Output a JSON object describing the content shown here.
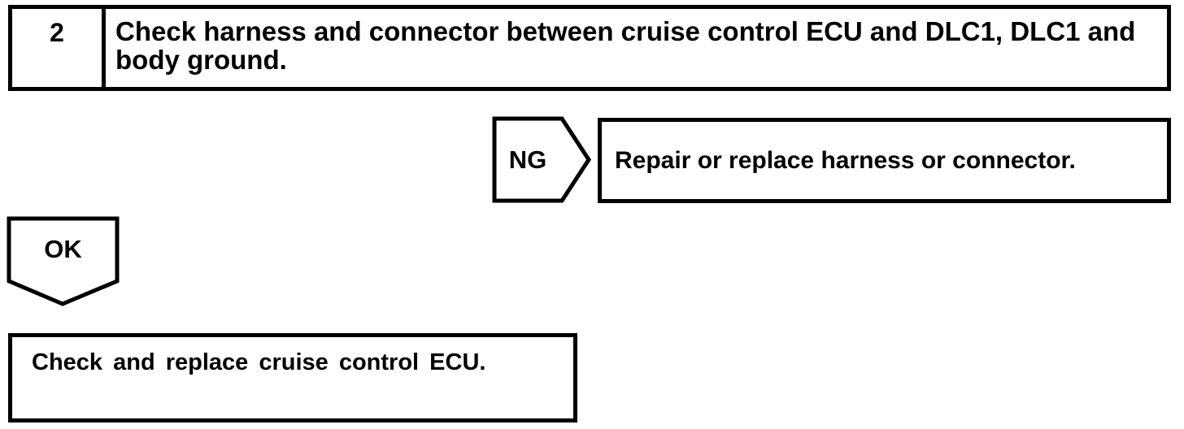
{
  "page": {
    "colors": {
      "ink": "#000000",
      "paper": "#ffffff"
    }
  },
  "flowchart": {
    "step": {
      "number": "2",
      "instruction": "Check harness and connector between cruise control ECU and DLC1, DLC1 and body ground."
    },
    "ng_branch": {
      "label": "NG",
      "action": "Repair or replace harness or connector."
    },
    "ok_branch": {
      "label": "OK",
      "action": "Check and replace cruise control ECU."
    }
  }
}
